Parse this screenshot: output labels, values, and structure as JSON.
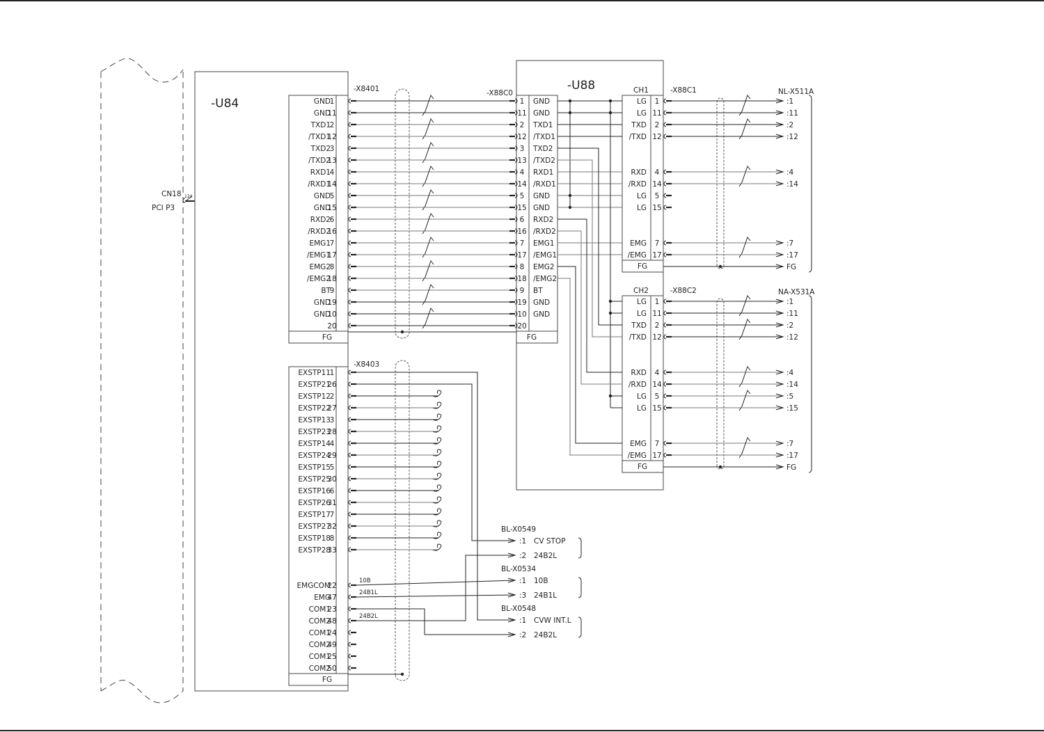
{
  "sheet": {
    "border_color": "#222222",
    "line_color": "#222222"
  },
  "external": {
    "connector_label": "CN18",
    "slot_label": "PCI P3",
    "bus_marker": "124"
  },
  "u84": {
    "designator": "-U84",
    "x8401": {
      "designator": "-X8401",
      "rows": [
        {
          "signal": "GND",
          "pin": "1"
        },
        {
          "signal": "GND",
          "pin": "11"
        },
        {
          "signal": "TXD1",
          "pin": "2"
        },
        {
          "signal": "/TXD1",
          "pin": "12"
        },
        {
          "signal": "TXD2",
          "pin": "3"
        },
        {
          "signal": "/TXD2",
          "pin": "13"
        },
        {
          "signal": "RXD1",
          "pin": "4"
        },
        {
          "signal": "/RXD1",
          "pin": "14"
        },
        {
          "signal": "GND",
          "pin": "5"
        },
        {
          "signal": "GND",
          "pin": "15"
        },
        {
          "signal": "RXD2",
          "pin": "6"
        },
        {
          "signal": "/RXD2",
          "pin": "16"
        },
        {
          "signal": "EMG1",
          "pin": "7"
        },
        {
          "signal": "/EMG1",
          "pin": "17"
        },
        {
          "signal": "EMG2",
          "pin": "8"
        },
        {
          "signal": "/EMG2",
          "pin": "18"
        },
        {
          "signal": "BT",
          "pin": "9"
        },
        {
          "signal": "GND",
          "pin": "19"
        },
        {
          "signal": "GND",
          "pin": "10"
        },
        {
          "signal": "",
          "pin": "20"
        }
      ],
      "fg_label": "FG"
    },
    "x8403": {
      "designator": "-X8403",
      "rows": [
        {
          "signal": "EXSTP11",
          "pin": "1",
          "kind": "route"
        },
        {
          "signal": "EXSTP21",
          "pin": "26",
          "kind": "route"
        },
        {
          "signal": "EXSTP12",
          "pin": "2",
          "kind": "spare"
        },
        {
          "signal": "EXSTP22",
          "pin": "27",
          "kind": "spare"
        },
        {
          "signal": "EXSTP13",
          "pin": "3",
          "kind": "spare"
        },
        {
          "signal": "EXSTP23",
          "pin": "28",
          "kind": "spare"
        },
        {
          "signal": "EXSTP14",
          "pin": "4",
          "kind": "spare"
        },
        {
          "signal": "EXSTP24",
          "pin": "29",
          "kind": "spare"
        },
        {
          "signal": "EXSTP15",
          "pin": "5",
          "kind": "spare"
        },
        {
          "signal": "EXSTP25",
          "pin": "30",
          "kind": "spare"
        },
        {
          "signal": "EXSTP16",
          "pin": "6",
          "kind": "spare"
        },
        {
          "signal": "EXSTP26",
          "pin": "31",
          "kind": "spare"
        },
        {
          "signal": "EXSTP17",
          "pin": "7",
          "kind": "spare"
        },
        {
          "signal": "EXSTP27",
          "pin": "32",
          "kind": "spare"
        },
        {
          "signal": "EXSTP18",
          "pin": "8",
          "kind": "spare"
        },
        {
          "signal": "EXSTP28",
          "pin": "33",
          "kind": "spare"
        },
        {
          "signal": "",
          "pin": "",
          "kind": "blank"
        },
        {
          "signal": "",
          "pin": "",
          "kind": "blank"
        },
        {
          "signal": "EMGCOM",
          "pin": "22",
          "kind": "route",
          "wire": "10B"
        },
        {
          "signal": "EMG",
          "pin": "47",
          "kind": "route",
          "wire": "24B1L"
        },
        {
          "signal": "COM1",
          "pin": "23",
          "kind": "route"
        },
        {
          "signal": "COM2",
          "pin": "48",
          "kind": "route",
          "wire": "24B2L"
        },
        {
          "signal": "COM1",
          "pin": "24",
          "kind": "stub"
        },
        {
          "signal": "COM2",
          "pin": "49",
          "kind": "stub"
        },
        {
          "signal": "COM1",
          "pin": "25",
          "kind": "stub"
        },
        {
          "signal": "COM2",
          "pin": "50",
          "kind": "stub"
        }
      ],
      "fg_label": "FG"
    }
  },
  "u88": {
    "designator": "-U88",
    "x88c0": {
      "designator": "-X88C0",
      "rows": [
        {
          "pin": "1",
          "signal": "GND"
        },
        {
          "pin": "11",
          "signal": "GND"
        },
        {
          "pin": "2",
          "signal": "TXD1"
        },
        {
          "pin": "12",
          "signal": "/TXD1"
        },
        {
          "pin": "3",
          "signal": "TXD2"
        },
        {
          "pin": "13",
          "signal": "/TXD2"
        },
        {
          "pin": "4",
          "signal": "RXD1"
        },
        {
          "pin": "14",
          "signal": "/RXD1"
        },
        {
          "pin": "5",
          "signal": "GND"
        },
        {
          "pin": "15",
          "signal": "GND"
        },
        {
          "pin": "6",
          "signal": "RXD2"
        },
        {
          "pin": "16",
          "signal": "/RXD2"
        },
        {
          "pin": "7",
          "signal": "EMG1"
        },
        {
          "pin": "17",
          "signal": "/EMG1"
        },
        {
          "pin": "8",
          "signal": "EMG2"
        },
        {
          "pin": "18",
          "signal": "/EMG2"
        },
        {
          "pin": "9",
          "signal": "BT"
        },
        {
          "pin": "19",
          "signal": "GND"
        },
        {
          "pin": "10",
          "signal": "GND"
        },
        {
          "pin": "20",
          "signal": ""
        }
      ],
      "fg_label": "FG"
    },
    "ch1": {
      "label": "CH1",
      "connector": "-X88C1",
      "target": "NL-X511A",
      "rows": [
        {
          "signal": "LG",
          "pin": "1",
          "dest": ":1"
        },
        {
          "signal": "LG",
          "pin": "11",
          "dest": ":11"
        },
        {
          "signal": "TXD",
          "pin": "2",
          "dest": ":2"
        },
        {
          "signal": "/TXD",
          "pin": "12",
          "dest": ":12"
        },
        {
          "signal": "",
          "pin": "",
          "dest": ""
        },
        {
          "signal": "",
          "pin": "",
          "dest": ""
        },
        {
          "signal": "RXD",
          "pin": "4",
          "dest": ":4"
        },
        {
          "signal": "/RXD",
          "pin": "14",
          "dest": ":14"
        },
        {
          "signal": "LG",
          "pin": "5",
          "dest": ""
        },
        {
          "signal": "LG",
          "pin": "15",
          "dest": ""
        },
        {
          "signal": "",
          "pin": "",
          "dest": ""
        },
        {
          "signal": "",
          "pin": "",
          "dest": ""
        },
        {
          "signal": "EMG",
          "pin": "7",
          "dest": ":7"
        },
        {
          "signal": "/EMG",
          "pin": "17",
          "dest": ":17"
        }
      ],
      "fg_label": "FG",
      "fg_dest": "FG"
    },
    "ch2": {
      "label": "CH2",
      "connector": "-X88C2",
      "target": "NA-X531A",
      "rows": [
        {
          "signal": "LG",
          "pin": "1",
          "dest": ":1"
        },
        {
          "signal": "LG",
          "pin": "11",
          "dest": ":11"
        },
        {
          "signal": "TXD",
          "pin": "2",
          "dest": ":2"
        },
        {
          "signal": "/TXD",
          "pin": "12",
          "dest": ":12"
        },
        {
          "signal": "",
          "pin": "",
          "dest": ""
        },
        {
          "signal": "",
          "pin": "",
          "dest": ""
        },
        {
          "signal": "RXD",
          "pin": "4",
          "dest": ":4"
        },
        {
          "signal": "/RXD",
          "pin": "14",
          "dest": ":14"
        },
        {
          "signal": "LG",
          "pin": "5",
          "dest": ":5"
        },
        {
          "signal": "LG",
          "pin": "15",
          "dest": ":15"
        },
        {
          "signal": "",
          "pin": "",
          "dest": ""
        },
        {
          "signal": "",
          "pin": "",
          "dest": ""
        },
        {
          "signal": "EMG",
          "pin": "7",
          "dest": ":7"
        },
        {
          "signal": "/EMG",
          "pin": "17",
          "dest": ":17"
        }
      ],
      "fg_label": "FG",
      "fg_dest": "FG"
    }
  },
  "terminals": [
    {
      "name": "BL-X0549",
      "entries": [
        {
          "pin": ":1",
          "desc": "CV STOP"
        },
        {
          "pin": ":2",
          "desc": "24B2L"
        }
      ]
    },
    {
      "name": "BL-X0534",
      "entries": [
        {
          "pin": ":1",
          "desc": "10B"
        },
        {
          "pin": ":3",
          "desc": "24B1L"
        }
      ]
    },
    {
      "name": "BL-X0548",
      "entries": [
        {
          "pin": ":1",
          "desc": "CVW INT.L"
        },
        {
          "pin": ":2",
          "desc": "24B2L"
        }
      ]
    }
  ]
}
